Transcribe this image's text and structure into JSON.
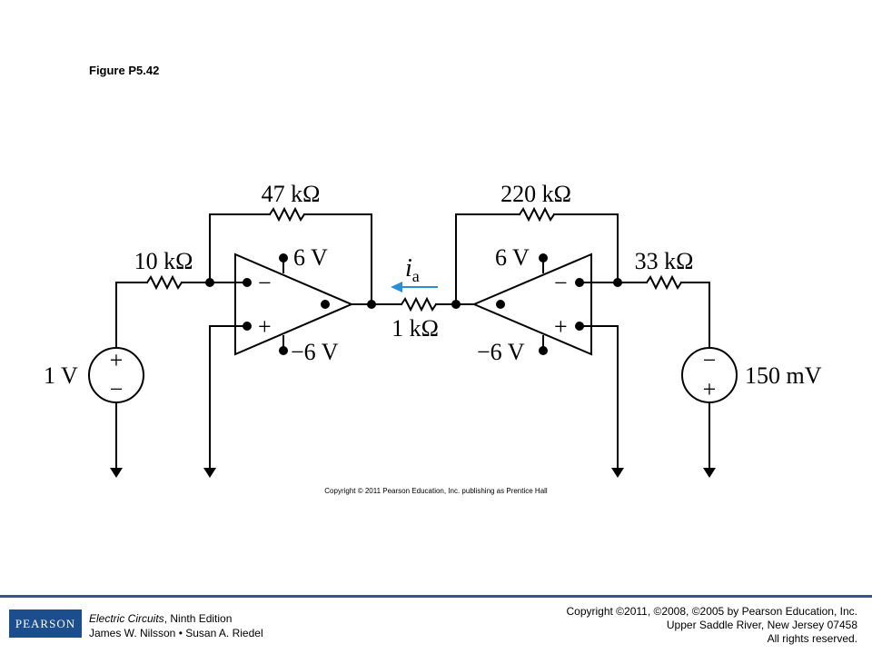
{
  "figure_title": "Figure P5.42",
  "labels": {
    "r_feedback_left": "47 kΩ",
    "r_input_left": "10 kΩ",
    "r_feedback_right": "220 kΩ",
    "r_input_right": "33 kΩ",
    "r_middle": "1 kΩ",
    "supply_pos_left": "6 V",
    "supply_neg_left": "−6 V",
    "supply_pos_right": "6 V",
    "supply_neg_right": "−6 V",
    "source_left": "1 V",
    "source_right": "150 mV",
    "current_symbol": "i",
    "current_subscript": "a",
    "minus": "−",
    "plus": "+"
  },
  "figure_copyright": "Copyright © 2011 Pearson Education, Inc. publishing as Prentice Hall",
  "footer": {
    "logo": "PEARSON",
    "book_title": "Electric Circuits",
    "book_edition": ", Ninth Edition",
    "authors": "James W. Nilsson • Susan A. Riedel",
    "copyright_line1": "Copyright ©2011, ©2008, ©2005 by Pearson Education, Inc.",
    "copyright_line2": "Upper Saddle River, New Jersey 07458",
    "copyright_line3": "All rights reserved."
  },
  "colors": {
    "wire": "#000000",
    "current_arrow": "#2a8fd6",
    "footer_rule": "#3d4f95",
    "logo_bg": "#1c4d8c"
  }
}
